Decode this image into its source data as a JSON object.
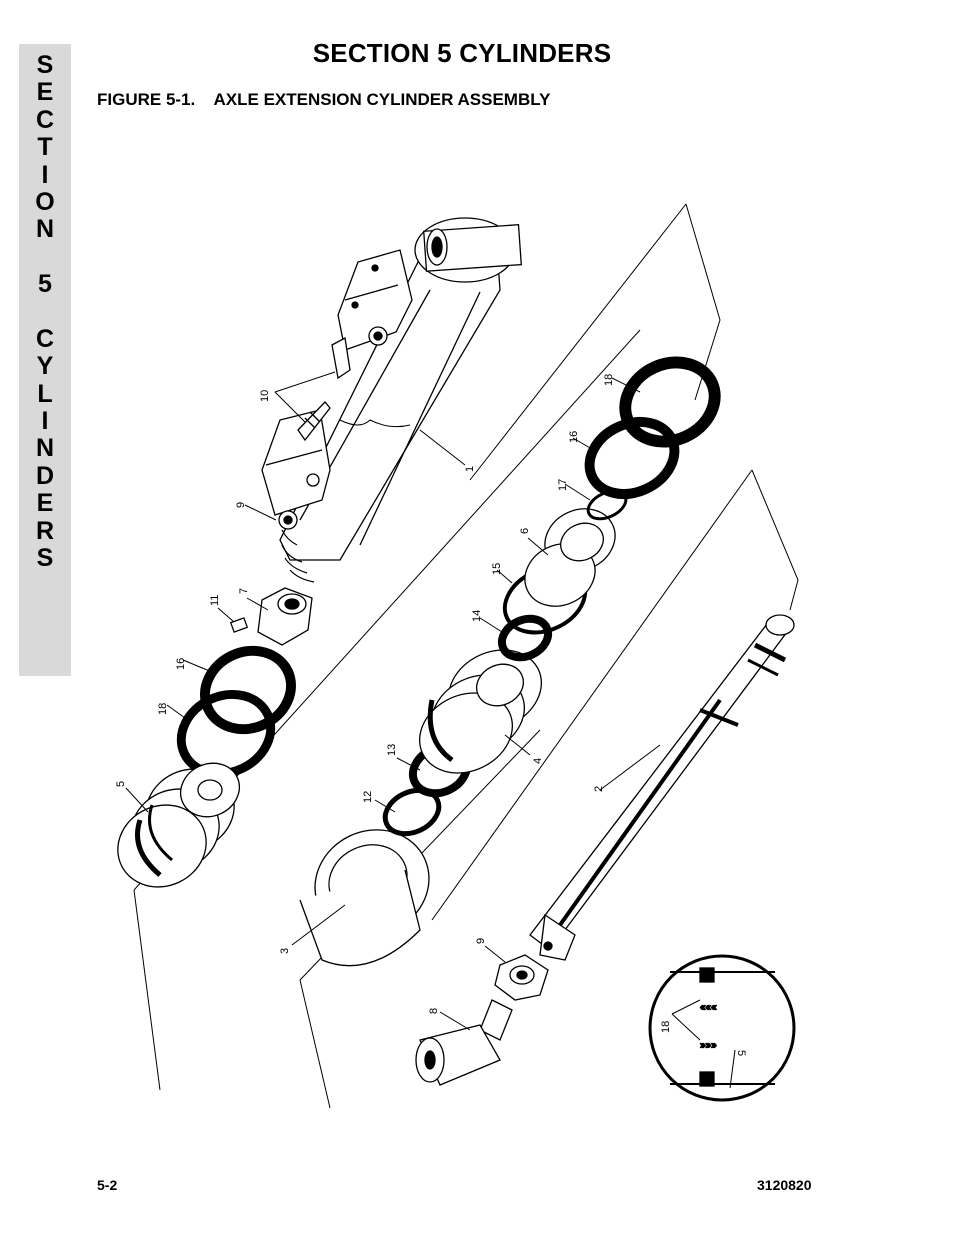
{
  "side_tab": {
    "letters": [
      "S",
      "E",
      "C",
      "T",
      "I",
      "O",
      "N",
      "",
      "5",
      "",
      "C",
      "Y",
      "L",
      "I",
      "N",
      "D",
      "E",
      "R",
      "S"
    ]
  },
  "header": {
    "title": "SECTION 5  CYLINDERS",
    "figure_caption": "FIGURE 5-1.    AXLE EXTENSION CYLINDER ASSEMBLY"
  },
  "callouts": {
    "c1": "1",
    "c2": "2",
    "c3": "3",
    "c4": "4",
    "c5a": "5",
    "c5b": "5",
    "c6": "6",
    "c7": "7",
    "c8": "8",
    "c9a": "9",
    "c9b": "9",
    "c10": "10",
    "c11": "11",
    "c12": "12",
    "c13": "13",
    "c14": "14",
    "c15": "15",
    "c16a": "16",
    "c16b": "16",
    "c17": "17",
    "c18a": "18",
    "c18b": "18",
    "c18c": "18"
  },
  "footer": {
    "page_number": "5-2",
    "doc_number": "3120820"
  }
}
